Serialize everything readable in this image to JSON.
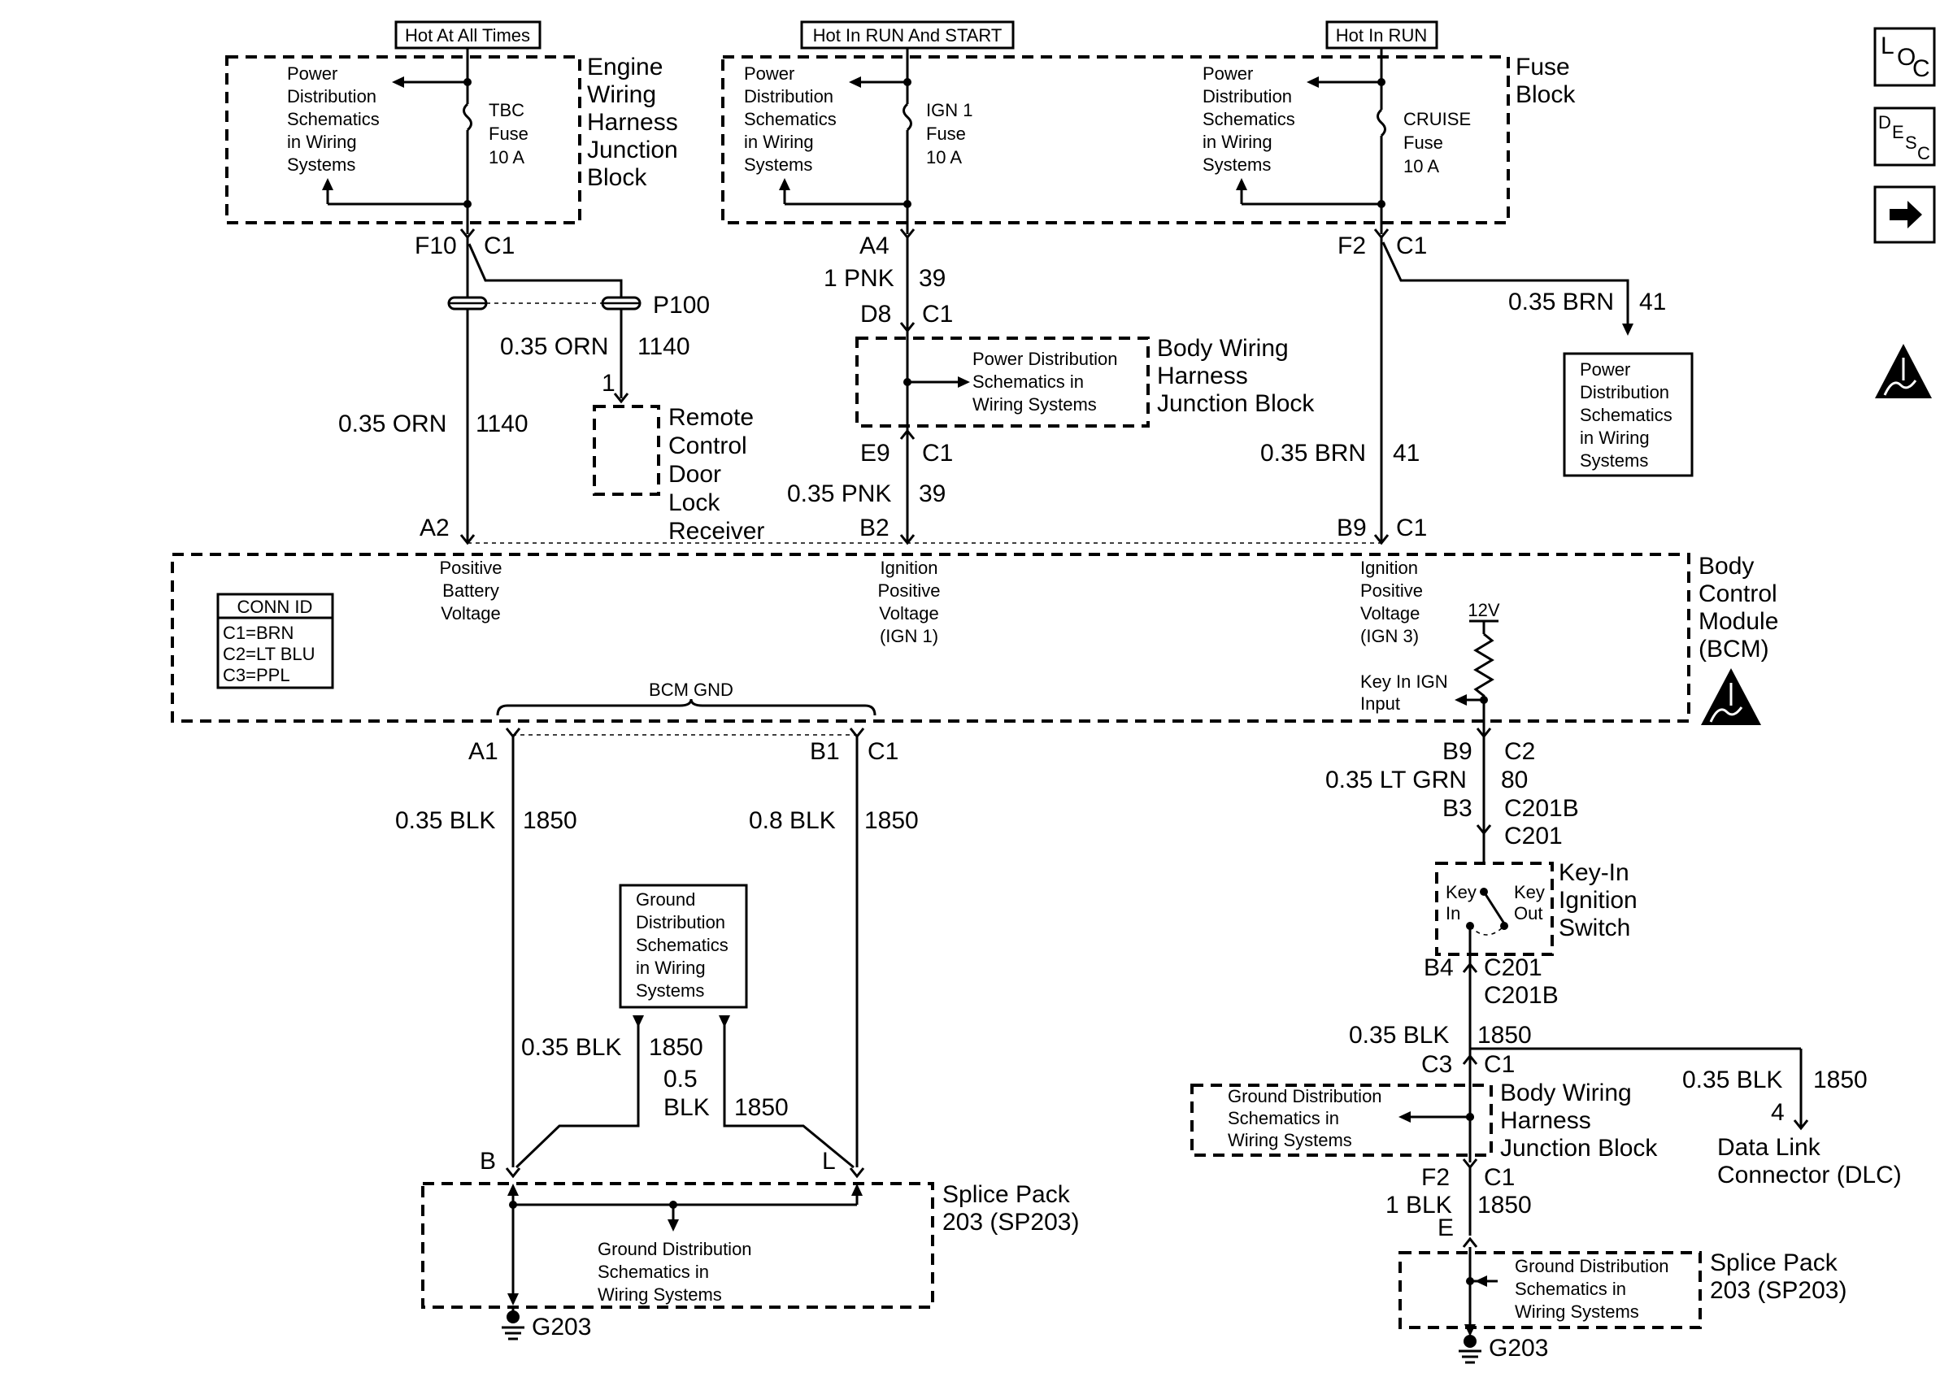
{
  "headers": {
    "hot_at_all_times": "Hot At All Times",
    "hot_in_run_start": "Hot In RUN And START",
    "hot_in_run": "Hot In RUN"
  },
  "blocks": {
    "engine_junction": [
      "Engine",
      "Wiring",
      "Harness",
      "Junction",
      "Block"
    ],
    "fuse_block": [
      "Fuse",
      "Block"
    ],
    "body_junction_top": [
      "Body Wiring",
      "Harness",
      "Junction Block"
    ],
    "body_junction_bottom": [
      "Body Wiring",
      "Harness",
      "Junction Block"
    ],
    "remote_receiver": [
      "Remote",
      "Control",
      "Door",
      "Lock",
      "Receiver"
    ],
    "bcm": [
      "Body",
      "Control",
      "Module",
      "(BCM)"
    ],
    "key_switch": [
      "Key-In",
      "Ignition",
      "Switch"
    ],
    "splice_pack": [
      "Splice Pack",
      "203 (SP203)"
    ],
    "dlc": [
      "Data Link",
      "Connector (DLC)"
    ]
  },
  "refs": {
    "power_dist": [
      "Power",
      "Distribution",
      "Schematics",
      "in Wiring",
      "Systems"
    ],
    "power_dist_3line": [
      "Power Distribution",
      "Schematics in",
      "Wiring Systems"
    ],
    "ground_dist": [
      "Ground",
      "Distribution",
      "Schematics",
      "in Wiring",
      "Systems"
    ],
    "ground_dist_3line": [
      "Ground Distribution",
      "Schematics in",
      "Wiring Systems"
    ]
  },
  "fuses": {
    "tbc": [
      "TBC",
      "Fuse",
      "10 A"
    ],
    "ign1": [
      "IGN 1",
      "Fuse",
      "10 A"
    ],
    "cruise": [
      "CRUISE",
      "Fuse",
      "10 A"
    ]
  },
  "pins": {
    "f10": "F10",
    "c1": "C1",
    "a4": "A4",
    "f2": "F2",
    "d8": "D8",
    "e9": "E9",
    "a2": "A2",
    "b2": "B2",
    "b9": "B9",
    "a1": "A1",
    "b1": "B1",
    "c2": "C2",
    "b3": "B3",
    "b4": "B4",
    "c3": "C3",
    "e": "E",
    "b": "B",
    "l": "L",
    "p100": "P100",
    "pin1": "1",
    "pin4": "4",
    "c201b": "C201B",
    "c201": "C201",
    "g203": "G203"
  },
  "wires": {
    "pnk1": "1 PNK",
    "pnk035": "0.35 PNK",
    "n39": "39",
    "orn035": "0.35 ORN",
    "n1140": "1140",
    "brn035": "0.35 BRN",
    "n41": "41",
    "blk035": "0.35 BLK",
    "blk08": "0.8 BLK",
    "blk05a": "0.5",
    "blk05b": "BLK",
    "blk1": "1 BLK",
    "n1850": "1850",
    "ltgrn035": "0.35 LT GRN",
    "n80": "80"
  },
  "bcm_inputs": {
    "pos_batt": [
      "Positive",
      "Battery",
      "Voltage"
    ],
    "ign1": [
      "Ignition",
      "Positive",
      "Voltage",
      "(IGN 1)"
    ],
    "ign3": [
      "Ignition",
      "Positive",
      "Voltage",
      "(IGN 3)"
    ],
    "v12": "12V",
    "key_in": [
      "Key In IGN",
      "Input"
    ],
    "bcm_gnd": "BCM GND"
  },
  "conn_id": {
    "title": "CONN ID",
    "rows": [
      "C1=BRN",
      "C2=LT BLU",
      "C3=PPL"
    ]
  },
  "switch_labels": {
    "key_in": [
      "Key",
      "In"
    ],
    "key_out": [
      "Key",
      "Out"
    ]
  },
  "nav": {
    "loc": [
      "L",
      "O",
      "C"
    ],
    "desc": [
      "D",
      "E",
      "S",
      "C"
    ]
  }
}
